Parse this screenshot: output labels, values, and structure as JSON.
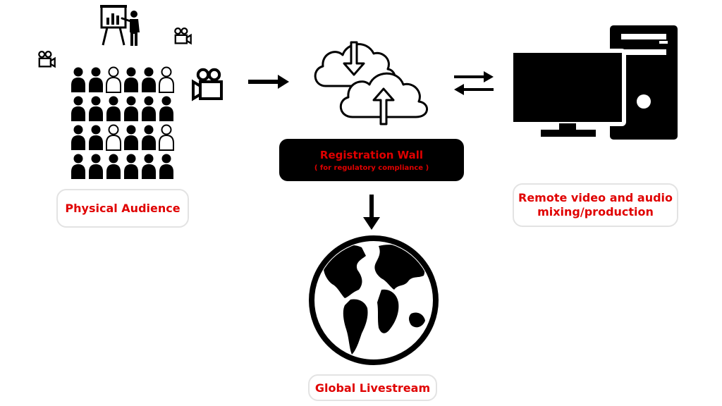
{
  "colors": {
    "accent": "#e00000",
    "ink": "#000000",
    "box_border": "#e3e3e3"
  },
  "nodes": {
    "audience": {
      "label": "Physical Audience"
    },
    "registration": {
      "title": "Registration Wall",
      "subtitle": "( for regulatory compliance )"
    },
    "production": {
      "label": "Remote video and audio mixing/production"
    },
    "livestream": {
      "label": "Global Livestream"
    }
  },
  "icons": {
    "presenter": "presenter-icon",
    "camera": "video-camera-icon",
    "audience": "audience-group-icon",
    "cloud": "cloud-sync-icon",
    "computer": "desktop-computer-icon",
    "globe": "globe-icon"
  },
  "audience_grid": {
    "rows": 4,
    "cols": 6,
    "outlined": [
      [
        0,
        2
      ],
      [
        0,
        5
      ],
      [
        2,
        2
      ],
      [
        2,
        5
      ]
    ]
  }
}
